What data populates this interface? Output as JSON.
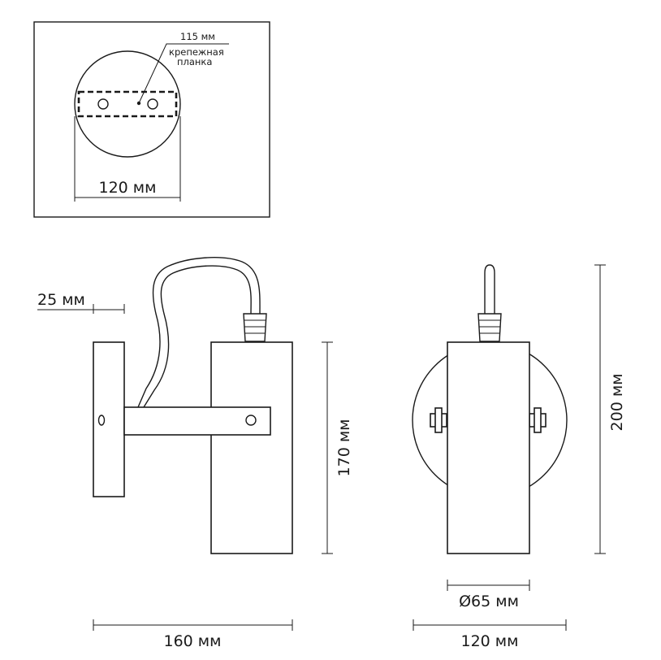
{
  "inset": {
    "label_115": "115 мм",
    "label_plate_line1": "крепежная",
    "label_plate_line2": "планка",
    "label_width": "120 мм"
  },
  "side_view": {
    "label_offset": "25 мм",
    "label_height": "170 мм",
    "label_width": "160 мм"
  },
  "front_view": {
    "label_height": "200 мм",
    "label_diameter": "Ø65 мм",
    "label_width": "120 мм"
  },
  "colors": {
    "line": "#1a1a1a",
    "background": "#ffffff"
  }
}
